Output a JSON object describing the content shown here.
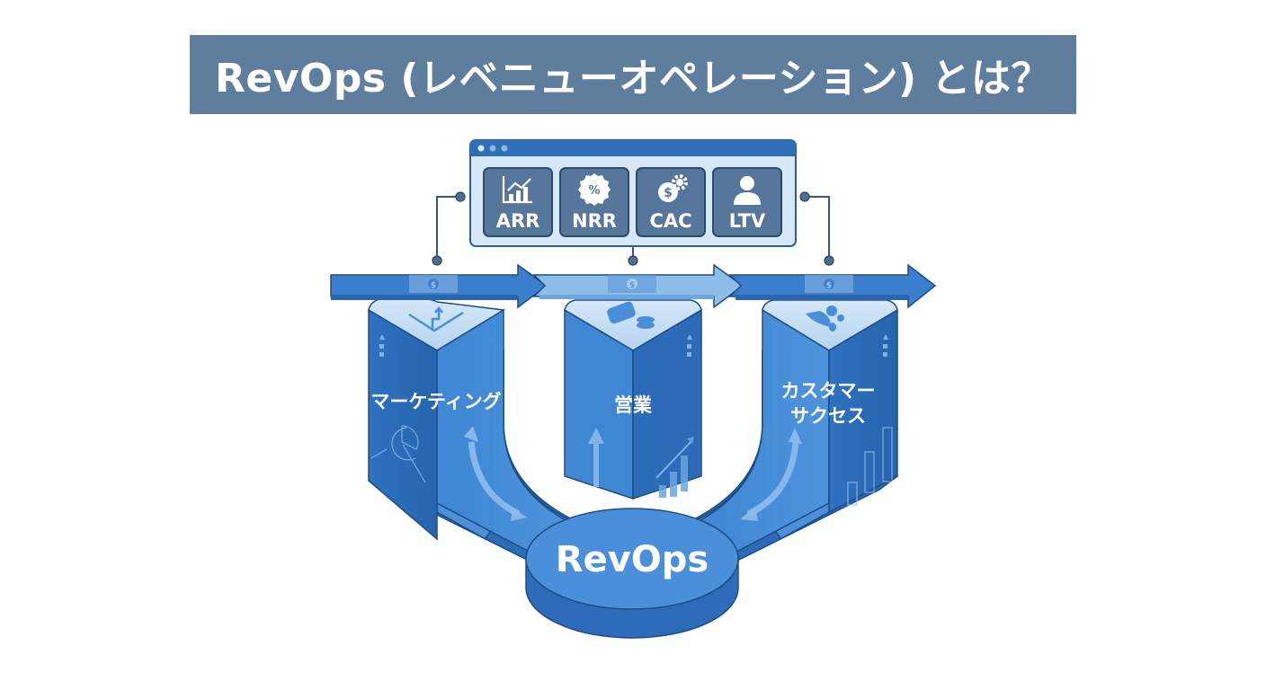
{
  "title": "RevOps (レベニューオペレーション) とは？",
  "dashboard": {
    "window_dots": 3,
    "kpis": [
      {
        "label": "ARR",
        "icon": "bar-chart-trend-icon"
      },
      {
        "label": "NRR",
        "icon": "percent-badge-icon"
      },
      {
        "label": "CAC",
        "icon": "dollar-gear-icon"
      },
      {
        "label": "LTV",
        "icon": "user-icon"
      }
    ]
  },
  "flow": {
    "arrows": [
      {
        "icon": "banknote-icon"
      },
      {
        "icon": "banknote-icon"
      },
      {
        "icon": "banknote-icon"
      }
    ]
  },
  "departments": [
    {
      "lines": [
        "マーケティング"
      ],
      "top_icon": "growth-chart-icon",
      "side_icon": "pie-chart-icon"
    },
    {
      "lines": [
        "営業"
      ],
      "top_icon": "handshake-coins-icon",
      "side_icon": "bar-growth-icon"
    },
    {
      "lines": [
        "カスタマー",
        "サクセス"
      ],
      "top_icon": "users-icon",
      "side_icon": "bar-chart-icon"
    }
  ],
  "core": {
    "label": "RevOps"
  },
  "colors": {
    "banner": "#5f7d9c",
    "primary": "#3b7fcc",
    "dark": "#2a65ad",
    "light": "#bcd9f3",
    "outline": "#1f4c82",
    "connector": "#3c5570"
  }
}
